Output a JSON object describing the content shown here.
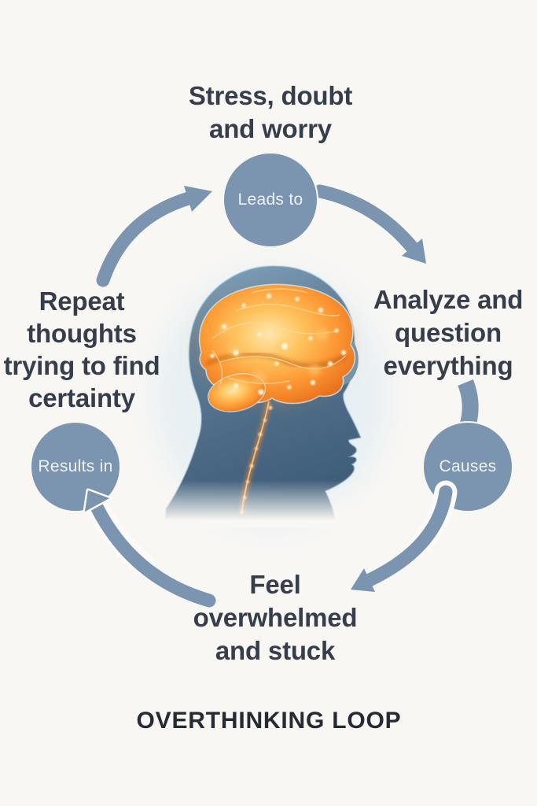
{
  "title": "OVERTHINKING LOOP",
  "colors": {
    "background": "#f8f7f4",
    "accent_blue": "#7b95b0",
    "stage_text": "#363e4c",
    "title_text": "#252a33",
    "circle_text": "#eef2f6",
    "brain_orange": "#fd9732",
    "head_blue": "#4c6a86"
  },
  "loop": {
    "stages": [
      {
        "name": "stress",
        "position": "top",
        "label": "Stress, doubt\nand worry"
      },
      {
        "name": "analyze",
        "position": "right",
        "label": "Analyze and\nquestion\neverything"
      },
      {
        "name": "overwhelmed",
        "position": "bottom",
        "label": "Feel\noverwhelmed\nand stuck"
      },
      {
        "name": "repeat",
        "position": "left",
        "label": "Repeat\nthoughts\ntrying to find\ncertainty"
      }
    ],
    "connectors": [
      {
        "name": "leads-to",
        "label": "Leads to",
        "from": "stress",
        "to": "analyze"
      },
      {
        "name": "causes",
        "label": "Causes",
        "from": "analyze",
        "to": "overwhelmed"
      },
      {
        "name": "results-in",
        "label": "Results in",
        "from": "overwhelmed",
        "to": "repeat"
      }
    ]
  },
  "illustration": {
    "name": "head-profile-glowing-brain",
    "description": "Side profile of a human head in blue with a glowing orange neural brain"
  }
}
